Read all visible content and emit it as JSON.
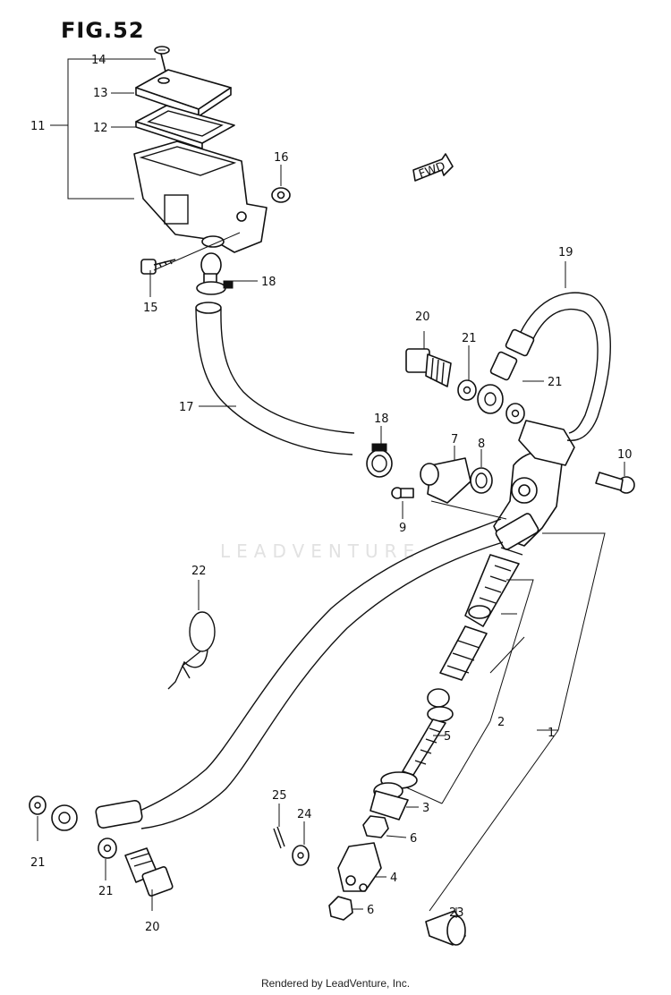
{
  "figure_title": "FIG.52",
  "footer_text": "Rendered by LeadVenture, Inc.",
  "watermark_text": "LEADVENTURE",
  "fwd_marker": "FWD",
  "callouts": {
    "c1": "1",
    "c2": "2",
    "c3": "3",
    "c4": "4",
    "c5": "5",
    "c6a": "6",
    "c6b": "6",
    "c7": "7",
    "c8": "8",
    "c9": "9",
    "c10": "10",
    "c11": "11",
    "c12": "12",
    "c13": "13",
    "c14": "14",
    "c15": "15",
    "c16": "16",
    "c17": "17",
    "c18a": "18",
    "c18b": "18",
    "c19": "19",
    "c20a": "20",
    "c20b": "20",
    "c21a": "21",
    "c21b": "21",
    "c21c": "21",
    "c21d": "21",
    "c22": "22",
    "c23": "23",
    "c24": "24",
    "c25": "25"
  }
}
